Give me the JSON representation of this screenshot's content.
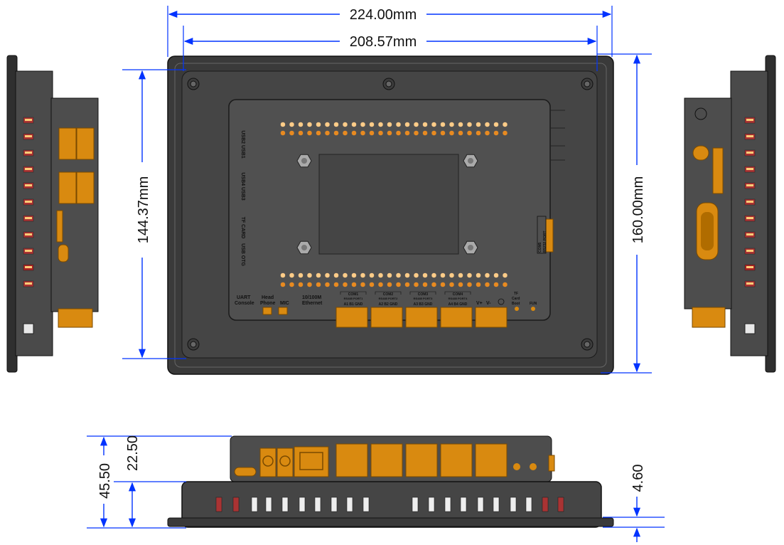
{
  "dimensions": {
    "outer_width": "224.00mm",
    "inner_width": "208.57mm",
    "inner_height": "144.37mm",
    "outer_height": "160.00mm",
    "total_depth": "45.50",
    "rear_depth": "22.50",
    "bezel_depth": "4.60"
  },
  "back_panel": {
    "side_labels": [
      "USB2 USB1",
      "USB4 USB3",
      "TF CARD",
      "USB OTG"
    ],
    "com_groups": [
      {
        "name": "COM1",
        "sub": "RS485 PORT1",
        "pins": "A1 B1 GND"
      },
      {
        "name": "COM2",
        "sub": "RS485 PORT2",
        "pins": "A2 B2 GND"
      },
      {
        "name": "COM3",
        "sub": "RS485 PORT3",
        "pins": "A3 B3 GND"
      },
      {
        "name": "COM4",
        "sub": "RS485 PORT4",
        "pins": "A4 B4 GND"
      }
    ],
    "port_labels": {
      "uart": "UART",
      "console": "Console",
      "head": "Head",
      "phone": "Phone",
      "mic": "MIC",
      "eth1": "10/100M",
      "eth2": "Ethernet",
      "vplus": "V+",
      "vminus": "V-",
      "tf": "TF",
      "card": "Card",
      "boot": "Boot",
      "fun": "FUN"
    },
    "rs232": {
      "line1": "COM5",
      "line2": "RS232 PORT"
    }
  },
  "colors": {
    "dimension": "#0033ff",
    "body": "#4a4a4a",
    "body_dark": "#2e2e2e",
    "connector": "#d98a10",
    "led": "#ffcc77"
  }
}
